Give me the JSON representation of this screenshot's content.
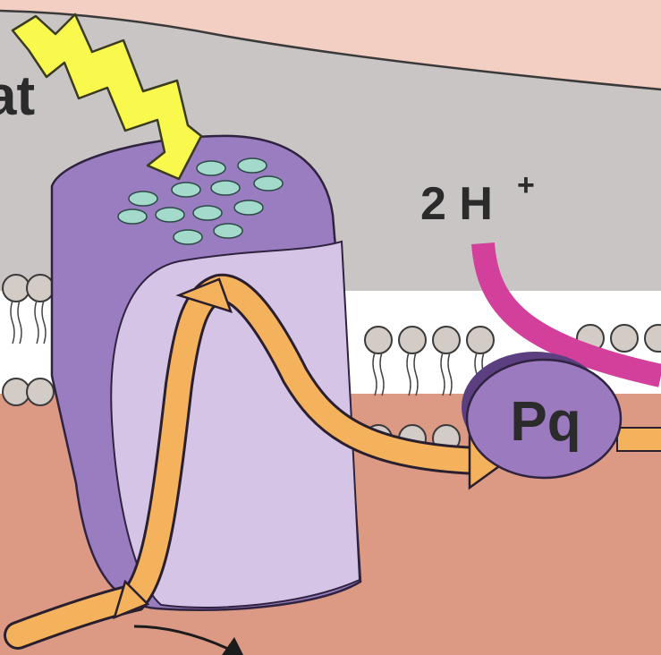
{
  "diagram": {
    "partial_word": "at",
    "proton_label": "2 H",
    "proton_charge": "+",
    "carrier_label": "Pq"
  },
  "colors": {
    "lumen": "#c9c5c4",
    "stroma": "#dc9a85",
    "top_band": "#f3cec2",
    "membrane_core": "#ffffff",
    "lipid_head": "#d2cbc6",
    "complex_dark": "#9a7cc0",
    "complex_light": "#d5c4e6",
    "electron_path": "#f5b25c",
    "light_bolt": "#f8f84d",
    "proton_path": "#d2409c",
    "pq": "#9c7ac0",
    "pigment": "#a3dacb"
  },
  "icons": {
    "light": "lightning-bolt-icon",
    "electron_flow": "arrow-icon",
    "proton_flow": "curved-arrow-icon"
  }
}
